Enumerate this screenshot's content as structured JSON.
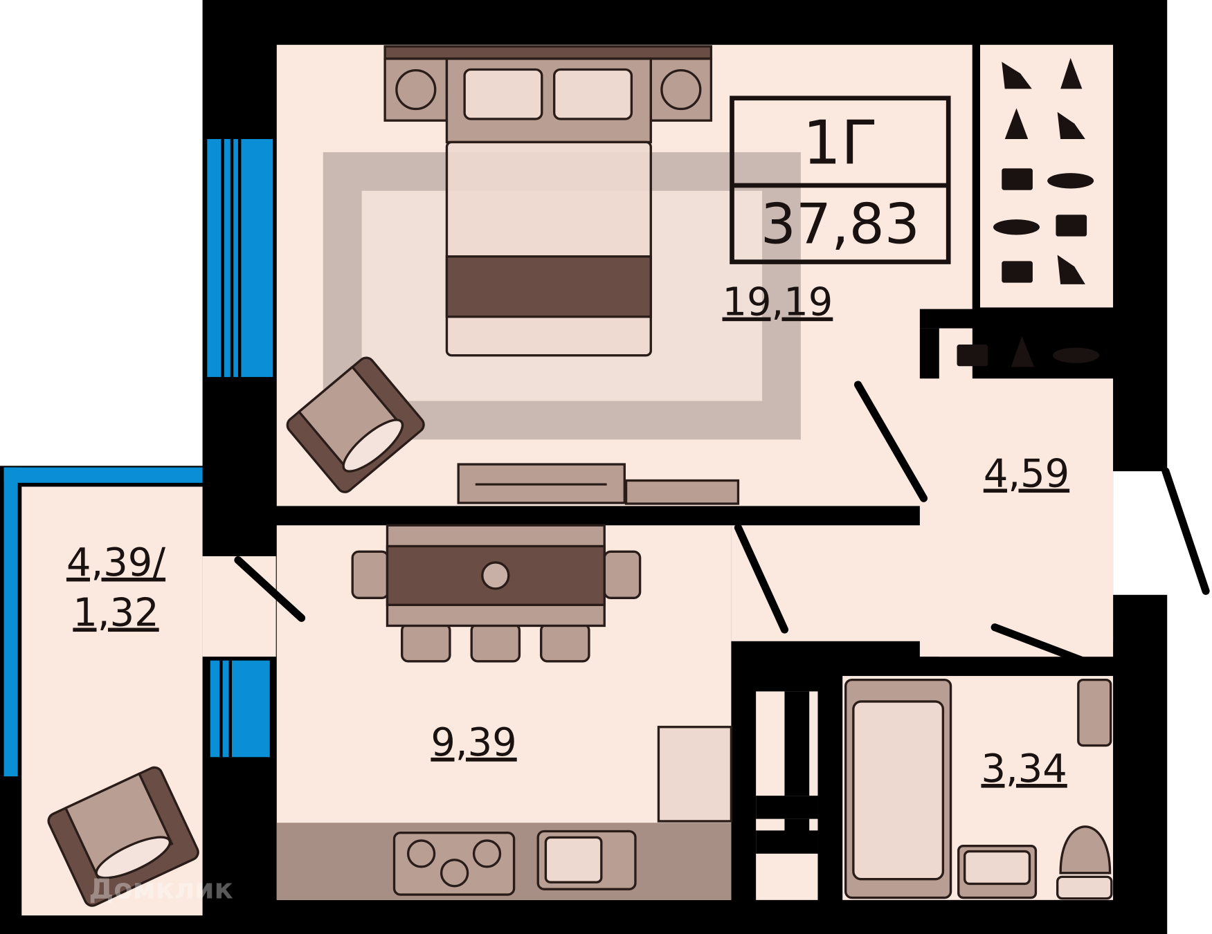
{
  "plan": {
    "type_code": "1Г",
    "total_area": "37,83",
    "rooms": [
      {
        "id": "bedroom",
        "area": "19,19"
      },
      {
        "id": "hallway",
        "area": "4,59"
      },
      {
        "id": "balcony",
        "area_line1": "4,39/",
        "area_line2": "1,32"
      },
      {
        "id": "kitchen",
        "area": "9,39"
      },
      {
        "id": "bathroom",
        "area": "3,34"
      }
    ]
  },
  "watermark": "Домклик",
  "colors": {
    "wall": "#000000",
    "floor": "#fbe9e0",
    "window": "#0a8fd6",
    "furniture_light": "#b89e93",
    "furniture_dark": "#6a4e46",
    "rug": "#c9b9b2"
  }
}
